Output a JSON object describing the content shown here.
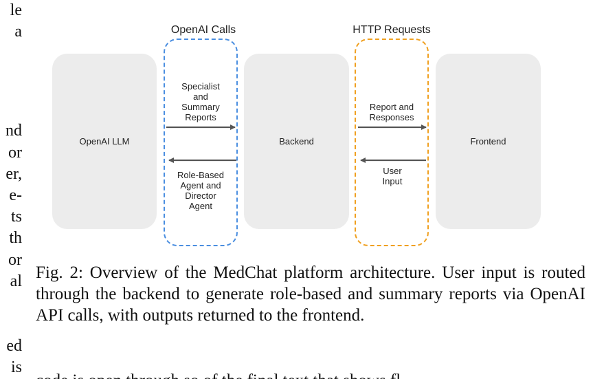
{
  "left_column_fragments": [
    "le",
    "a",
    "nd",
    "or",
    "er,",
    "e-",
    "ts",
    "th",
    "or",
    "al",
    "ed",
    "is"
  ],
  "diagram": {
    "groups": {
      "openai_title": "OpenAI Calls",
      "http_title": "HTTP Requests"
    },
    "nodes": {
      "llm": "OpenAI LLM",
      "backend": "Backend",
      "frontend": "Frontend"
    },
    "arrows": {
      "llm_to_backend": "Specialist\nand\nSummary\nReports",
      "backend_to_llm": "Role-Based\nAgent and\nDirector\nAgent",
      "backend_to_frontend": "Report and\nResponses",
      "frontend_to_backend": "User\nInput"
    }
  },
  "caption": "Fig. 2: Overview of the MedChat platform architecture. User input is routed through the backend to generate role-based and summary reports via OpenAI API calls, with outputs returned to the frontend.",
  "next_line_partial": "code is open through so of the final text that shows fl"
}
